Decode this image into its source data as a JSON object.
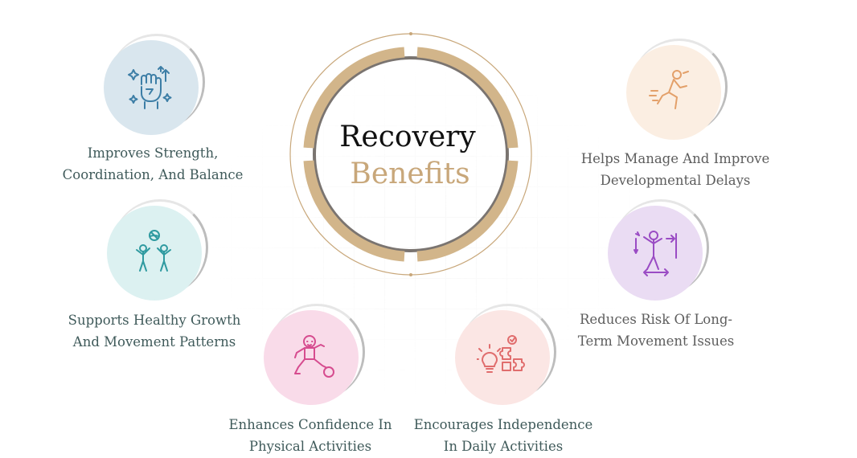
{
  "title": {
    "line1": "Recovery",
    "line2": "Benefits"
  },
  "colors": {
    "gold": "#c8a77a",
    "ring_dark": "#7a7470",
    "label_text": "#3f5a5a"
  },
  "benefits": [
    {
      "icon": "fist-strength-icon",
      "line1": "Improves Strength,",
      "line2": "Coordination, And Balance",
      "bg": "#d9e6ee"
    },
    {
      "icon": "kids-playing-ball-icon",
      "line1": "Supports Healthy Growth",
      "line2": "And Movement Patterns",
      "bg": "#dcf1f1"
    },
    {
      "icon": "child-kicking-ball-icon",
      "line1": "Enhances Confidence In",
      "line2": "Physical Activities",
      "bg": "#f9dbe9"
    },
    {
      "icon": "lightbulb-puzzle-icon",
      "line1": "Encourages Independence",
      "line2": "In Daily Activities",
      "bg": "#fbe6e4"
    },
    {
      "icon": "running-person-icon",
      "line1": "Helps Manage And Improve",
      "line2": "Developmental Delays",
      "bg": "#fbeee2"
    },
    {
      "icon": "person-balance-icon",
      "line1": "Reduces Risk Of Long-",
      "line2": "Term Movement Issues",
      "bg": "#eadcf3"
    }
  ]
}
